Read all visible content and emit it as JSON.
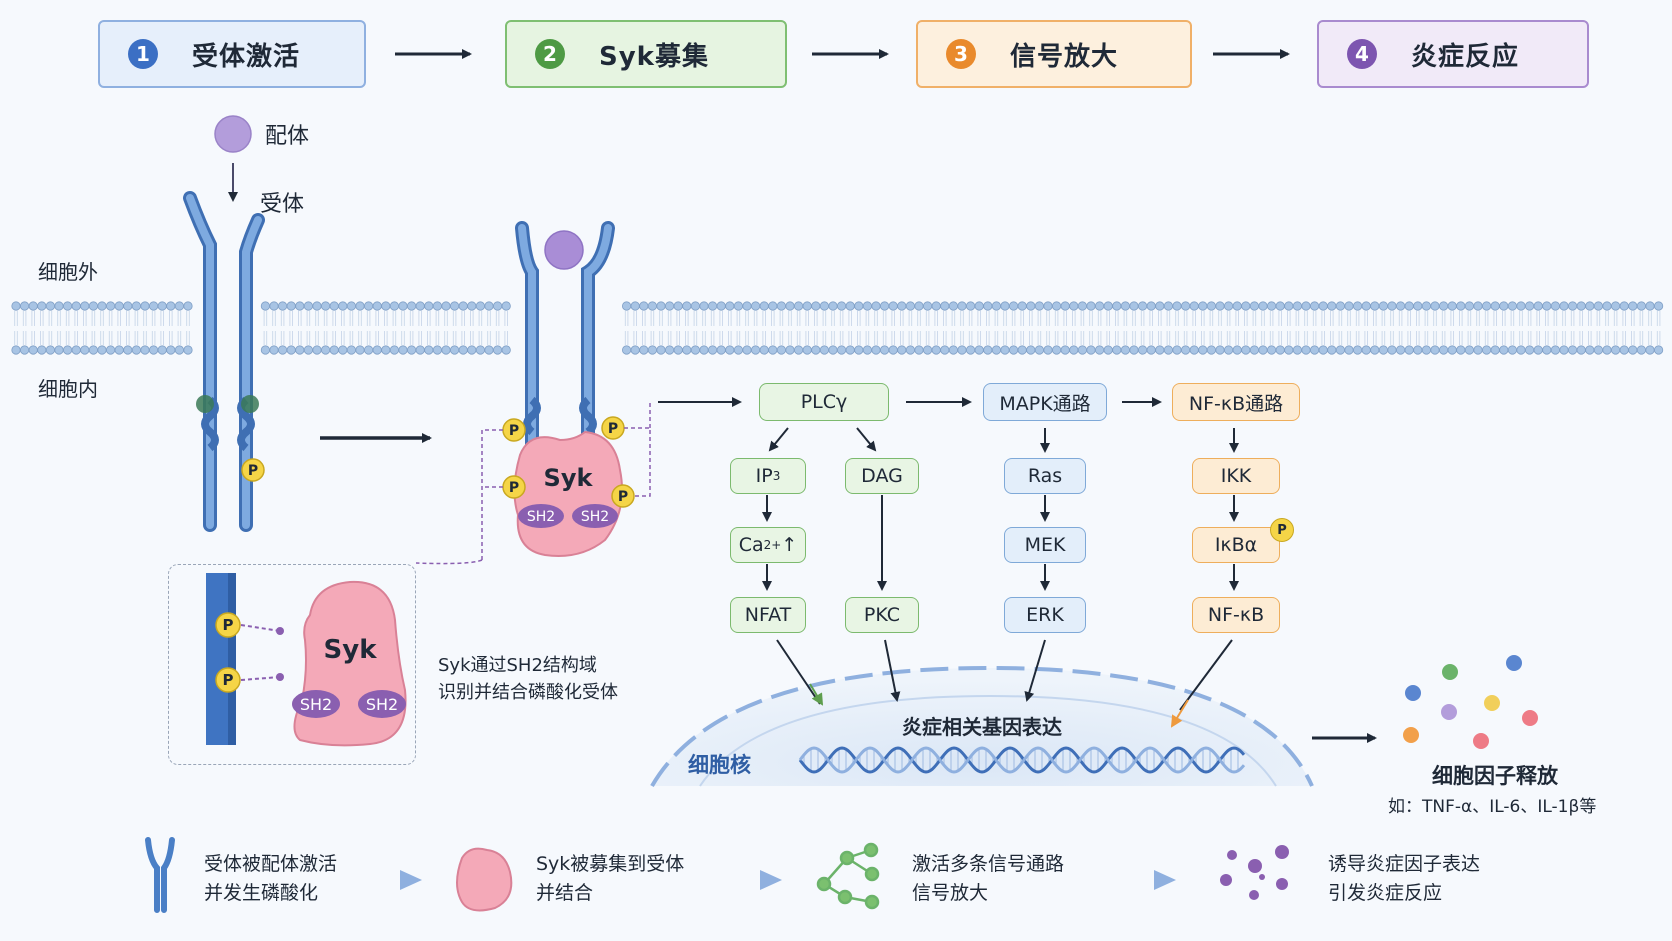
{
  "steps": [
    {
      "num": "1",
      "label": "受体激活",
      "color": "#3b6fc4",
      "bg": "#e6effb",
      "border": "#8fb0e0"
    },
    {
      "num": "2",
      "label": "Syk募集",
      "color": "#4e9a44",
      "bg": "#e6f4e1",
      "border": "#7fbf72"
    },
    {
      "num": "3",
      "label": "信号放大",
      "color": "#e98a2c",
      "bg": "#fdf0de",
      "border": "#f0b068"
    },
    {
      "num": "4",
      "label": "炎症反应",
      "color": "#7d55b0",
      "bg": "#f1eaf8",
      "border": "#a98bcf"
    }
  ],
  "labels": {
    "ligand": "配体",
    "receptor": "受体",
    "extracellular": "细胞外",
    "intracellular": "细胞内",
    "syk": "Syk",
    "sh2": "SH2",
    "p": "P",
    "zoom_caption_line1": "Syk通过SH2结构域",
    "zoom_caption_line2": "识别并结合磷酸化受体",
    "nucleus": "细胞核",
    "gene_expression": "炎症相关基因表达",
    "cytokine_release": "细胞因子释放",
    "cytokine_examples": "如：TNF-α、IL-6、IL-1β等"
  },
  "pathway": {
    "plc": "PLCγ",
    "mapk": "MAPK通路",
    "nfkb_path": "NF-κB通路",
    "ip3": "IP",
    "ip3_sub": "3",
    "dag": "DAG",
    "ca": "Ca",
    "ca_sup": "2+",
    "ca_arrow": "↑",
    "nfat": "NFAT",
    "pkc": "PKC",
    "ras": "Ras",
    "mek": "MEK",
    "erk": "ERK",
    "ikk": "IKK",
    "ikba": "IκBα",
    "nfkb": "NF-κB"
  },
  "legend": [
    {
      "line1": "受体被配体激活",
      "line2": "并发生磷酸化",
      "icon": "receptor-icon"
    },
    {
      "line1": "Syk被募集到受体",
      "line2": "并结合",
      "icon": "syk-blob-icon"
    },
    {
      "line1": "激活多条信号通路",
      "line2": "信号放大",
      "icon": "network-icon"
    },
    {
      "line1": "诱导炎症因子表达",
      "line2": "引发炎症反应",
      "icon": "cytokine-dots-icon"
    }
  ],
  "colors": {
    "receptor": "#5b8ed0",
    "receptor_dark": "#3f6fb3",
    "ligand": "#b39ddb",
    "syk": "#f4a9b8",
    "sh2": "#8a5fb0",
    "phospho": "#f5d547",
    "membrane_head": "#a8c4e4",
    "dna1": "#3f6fb8",
    "dna2": "#8fb0df"
  }
}
